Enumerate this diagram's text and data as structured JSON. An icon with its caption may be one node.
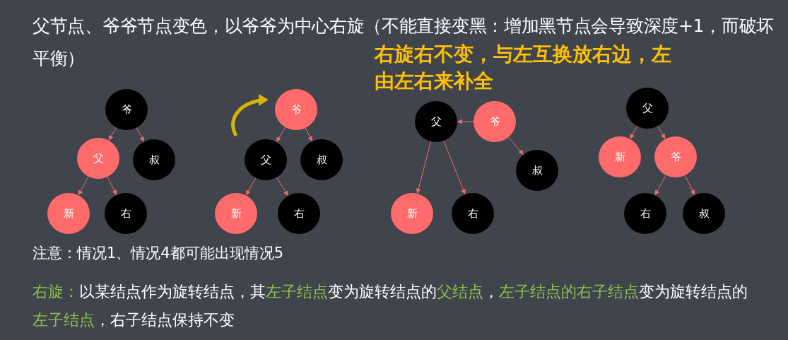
{
  "diagram": {
    "title": "父节点、爷爷节点变色，以爷爷为中心右旋（不能直接变黑：增加黑节点会导致深度+1，而破坏平衡）",
    "nodes": [
      {
        "text": [
          "爷"
        ]
      },
      {
        "text": [
          "父"
        ]
      },
      {
        "text": [
          "叔"
        ]
      },
      {
        "text": [
          "新"
        ]
      },
      {
        "text": [
          "右"
        ]
      },
      {
        "text": [
          "爷"
        ]
      },
      {
        "text": [
          "父"
        ]
      },
      {
        "text": [
          "叔"
        ]
      },
      {
        "text": [
          "新"
        ]
      },
      {
        "text": [
          "右"
        ]
      },
      {
        "text": [
          "父"
        ]
      },
      {
        "text": [
          "爷"
        ]
      },
      {
        "text": [
          "叔"
        ]
      },
      {
        "text": [
          "新"
        ]
      },
      {
        "text": [
          "右"
        ]
      },
      {
        "text": [
          "父"
        ]
      },
      {
        "text": [
          "新"
        ]
      },
      {
        "text": [
          "爷"
        ]
      },
      {
        "text": [
          "右"
        ]
      },
      {
        "text": [
          "叔"
        ]
      }
    ],
    "edges": [
      {
        "from": 0,
        "to": 1,
        "arrow": "to"
      },
      {
        "from": 0,
        "to": 2,
        "arrow": "to"
      },
      {
        "from": 1,
        "to": 3,
        "arrow": "to"
      },
      {
        "from": 1,
        "to": 4,
        "arrow": "to"
      },
      {
        "from": 5,
        "to": 6,
        "arrow": "to"
      },
      {
        "from": 5,
        "to": 7,
        "arrow": "to"
      },
      {
        "from": 6,
        "to": 8,
        "arrow": "to"
      },
      {
        "from": 6,
        "to": 9,
        "arrow": "to"
      },
      {
        "from": 11,
        "to": 10,
        "arrow": "to"
      },
      {
        "from": 11,
        "to": 12,
        "arrow": "to"
      },
      {
        "from": 10,
        "to": 13,
        "arrow": "to"
      },
      {
        "from": 10,
        "to": 14,
        "arrow": "to"
      },
      {
        "from": 15,
        "to": 16,
        "arrow": "to"
      },
      {
        "from": 15,
        "to": 17,
        "arrow": "to"
      },
      {
        "from": 17,
        "to": 18,
        "arrow": "to"
      },
      {
        "from": 17,
        "to": 19,
        "arrow": "to"
      }
    ],
    "labels": [
      "右旋右不变，与左互换放右边，左由左右来补全",
      "注意：情况1、情况4都可能出现情况5",
      "**右旋：**以某结点作为旋转结点，其**左子结点**变为旋转结点的**父结点**，**左子结点的右子结点**变为旋转结点的**左子结点**，右子结点保持不变"
    ]
  }
}
